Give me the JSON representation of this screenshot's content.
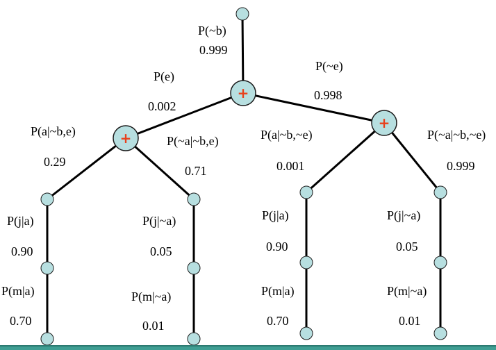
{
  "colors": {
    "node_fill": "#b7dfe0",
    "node_stroke": "#1a1a1a",
    "edge": "#000000",
    "plus_sign": "#e8401c",
    "footer_bar": "#3f9e93"
  },
  "diagram": {
    "nodes": [
      {
        "id": "root",
        "kind": "leaf-node"
      },
      {
        "id": "sum-top",
        "kind": "sum-node",
        "symbol": "+"
      },
      {
        "id": "sum-left",
        "kind": "sum-node",
        "symbol": "+"
      },
      {
        "id": "sum-right",
        "kind": "sum-node",
        "symbol": "+"
      },
      {
        "id": "a-top",
        "kind": "leaf-node"
      },
      {
        "id": "a-mid",
        "kind": "leaf-node"
      },
      {
        "id": "a-bot",
        "kind": "leaf-node"
      },
      {
        "id": "b-top",
        "kind": "leaf-node"
      },
      {
        "id": "b-mid",
        "kind": "leaf-node"
      },
      {
        "id": "b-bot",
        "kind": "leaf-node"
      },
      {
        "id": "c-top",
        "kind": "leaf-node"
      },
      {
        "id": "c-mid",
        "kind": "leaf-node"
      },
      {
        "id": "c-bot",
        "kind": "leaf-node"
      },
      {
        "id": "d-top",
        "kind": "leaf-node"
      },
      {
        "id": "d-mid",
        "kind": "leaf-node"
      },
      {
        "id": "d-bot",
        "kind": "leaf-node"
      }
    ],
    "edges": [
      [
        "root",
        "sum-top"
      ],
      [
        "sum-top",
        "sum-left"
      ],
      [
        "sum-top",
        "sum-right"
      ],
      [
        "sum-left",
        "a-top"
      ],
      [
        "sum-left",
        "b-top"
      ],
      [
        "sum-right",
        "c-top"
      ],
      [
        "sum-right",
        "d-top"
      ],
      [
        "a-top",
        "a-mid"
      ],
      [
        "a-mid",
        "a-bot"
      ],
      [
        "b-top",
        "b-mid"
      ],
      [
        "b-mid",
        "b-bot"
      ],
      [
        "c-top",
        "c-mid"
      ],
      [
        "c-mid",
        "c-bot"
      ],
      [
        "d-top",
        "d-mid"
      ],
      [
        "d-mid",
        "d-bot"
      ]
    ],
    "labels": {
      "p_not_b": "P(~b)",
      "p_not_b_val": "0.999",
      "p_e": "P(e)",
      "p_e_val": "0.002",
      "p_not_e": "P(~e)",
      "p_not_e_val": "0.998",
      "p_a_given_notb_e": "P(a|~b,e)",
      "p_a_given_notb_e_val": "0.29",
      "p_nota_given_notb_e": "P(~a|~b,e)",
      "p_nota_given_notb_e_val": "0.71",
      "p_a_given_notb_note": "P(a|~b,~e)",
      "p_a_given_notb_note_val": "0.001",
      "p_nota_given_notb_note": "P(~a|~b,~e)",
      "p_nota_given_notb_note_val": "0.999",
      "a_p_j_given_a": "P(j|a)",
      "a_p_j_given_a_val": "0.90",
      "a_p_m_given_a": "P(m|a)",
      "a_p_m_given_a_val": "0.70",
      "b_p_j_given_nota": "P(j|~a)",
      "b_p_j_given_nota_val": "0.05",
      "b_p_m_given_nota": "P(m|~a)",
      "b_p_m_given_nota_val": "0.01",
      "c_p_j_given_a": "P(j|a)",
      "c_p_j_given_a_val": "0.90",
      "c_p_m_given_a": "P(m|a)",
      "c_p_m_given_a_val": "0.70",
      "d_p_j_given_nota": "P(j|~a)",
      "d_p_j_given_nota_val": "0.05",
      "d_p_m_given_nota": "P(m|~a)",
      "d_p_m_given_nota_val": "0.01"
    }
  }
}
